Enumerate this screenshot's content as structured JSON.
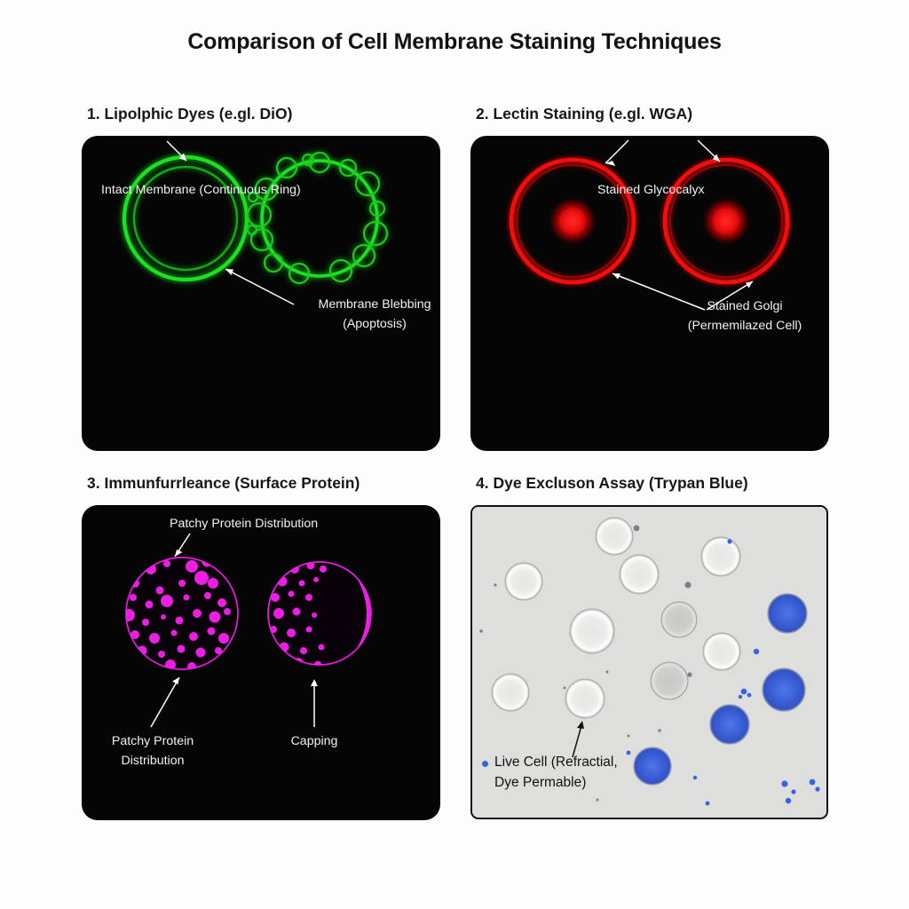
{
  "figure": {
    "title": "Comparison of Cell Membrane Staining Techniques",
    "background_color": "#fdfdfe",
    "title_color": "#111215"
  },
  "panels": [
    {
      "id": "lipophilic-dyes",
      "number": "1.",
      "title": "1. Lipolphic Dyes (e.gl. DiO)",
      "imaging_mode": "fluorescence",
      "background_color": "#050505",
      "stain_color": "#16d41b",
      "annotations": [
        {
          "name": "intact-membrane",
          "text": "Intact Membrane (Continuous Ring)"
        },
        {
          "name": "membrane-blebbing-line1",
          "text": "Membrane Blebbing"
        },
        {
          "name": "membrane-blebbing-line2",
          "text": "(Apoptosis)"
        }
      ],
      "cells": [
        {
          "name": "intact-cell",
          "description": "continuous double ring"
        },
        {
          "name": "blebbing-cell",
          "description": "ring with peripheral blebs"
        }
      ]
    },
    {
      "id": "lectin-staining",
      "number": "2.",
      "title": "2. Lectin Staining (e.gl. WGA)",
      "imaging_mode": "fluorescence",
      "background_color": "#050505",
      "stain_color": "#f40d0d",
      "annotations": [
        {
          "name": "stained-glycocalyx",
          "text": "Stained Glycocalyx"
        },
        {
          "name": "stained-golgi-line1",
          "text": "Stained Golgi"
        },
        {
          "name": "stained-golgi-line2",
          "text": "(Permemilazed Cell)"
        }
      ],
      "cells": [
        {
          "name": "glycocalyx-cell-left",
          "description": "red ring with central golgi blob"
        },
        {
          "name": "glycocalyx-cell-right",
          "description": "red ring with central golgi blob"
        }
      ]
    },
    {
      "id": "immunofluorescence",
      "number": "3.",
      "title": "3. Immunfurrleance (Surface Protein)",
      "imaging_mode": "fluorescence",
      "background_color": "#050505",
      "stain_color": "#e81ae0",
      "annotations": [
        {
          "name": "patchy-protein-top",
          "text": "Patchy Protein Distribution"
        },
        {
          "name": "patchy-protein-bottom-line1",
          "text": "Patchy Protein"
        },
        {
          "name": "patchy-protein-bottom-line2",
          "text": "Distribution"
        },
        {
          "name": "capping",
          "text": "Capping"
        }
      ],
      "cells": [
        {
          "name": "patchy-cell",
          "description": "scattered magenta puncta"
        },
        {
          "name": "capped-cell",
          "description": "puncta plus solid polar cap"
        }
      ]
    },
    {
      "id": "dye-exclusion-assay",
      "number": "4.",
      "title": "4. Dye Excluson Assay (Trypan Blue)",
      "imaging_mode": "brightfield",
      "background_color": "#dededd",
      "stain_color": "#3b5fd9",
      "annotations": [
        {
          "name": "live-cell-line1",
          "text": "Live Cell (Refractial,"
        },
        {
          "name": "live-cell-line2",
          "text": "Dye Permable)"
        }
      ],
      "cells": [
        {
          "name": "live-refractile-cell",
          "description": "bright unstained cell"
        },
        {
          "name": "dead-stained-cell",
          "description": "blue trypan stained cell"
        }
      ],
      "counts": {
        "live_cells": 10,
        "dead_cells": 4
      }
    }
  ]
}
